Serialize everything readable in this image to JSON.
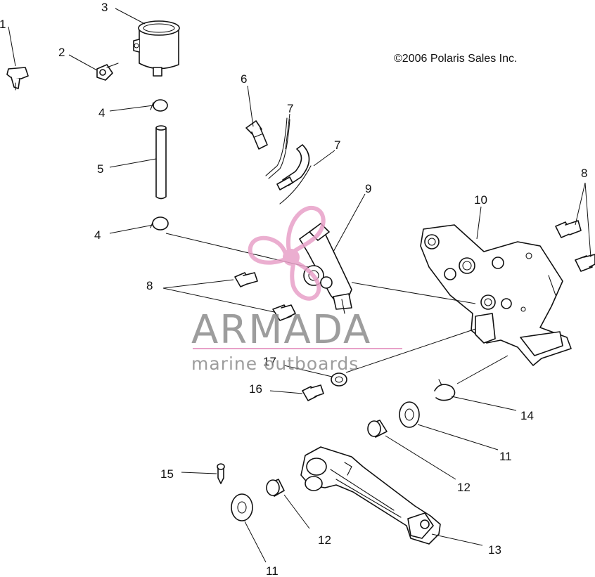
{
  "copyright": "©2006 Polaris Sales Inc.",
  "watermark": {
    "brand": "ARMADA",
    "tagline": "marine outboards",
    "accent_color": "#e8a1c8",
    "text_color": "#8c8c8c"
  },
  "callouts": {
    "c1": "1",
    "c2": "2",
    "c3": "3",
    "c4a": "4",
    "c4b": "4",
    "c5": "5",
    "c6": "6",
    "c7a": "7",
    "c7b": "7",
    "c8a": "8",
    "c8b": "8",
    "c9": "9",
    "c10": "10",
    "c11a": "11",
    "c11b": "11",
    "c12a": "12",
    "c12b": "12",
    "c13": "13",
    "c14": "14",
    "c15": "15",
    "c16": "16",
    "c17": "17"
  }
}
